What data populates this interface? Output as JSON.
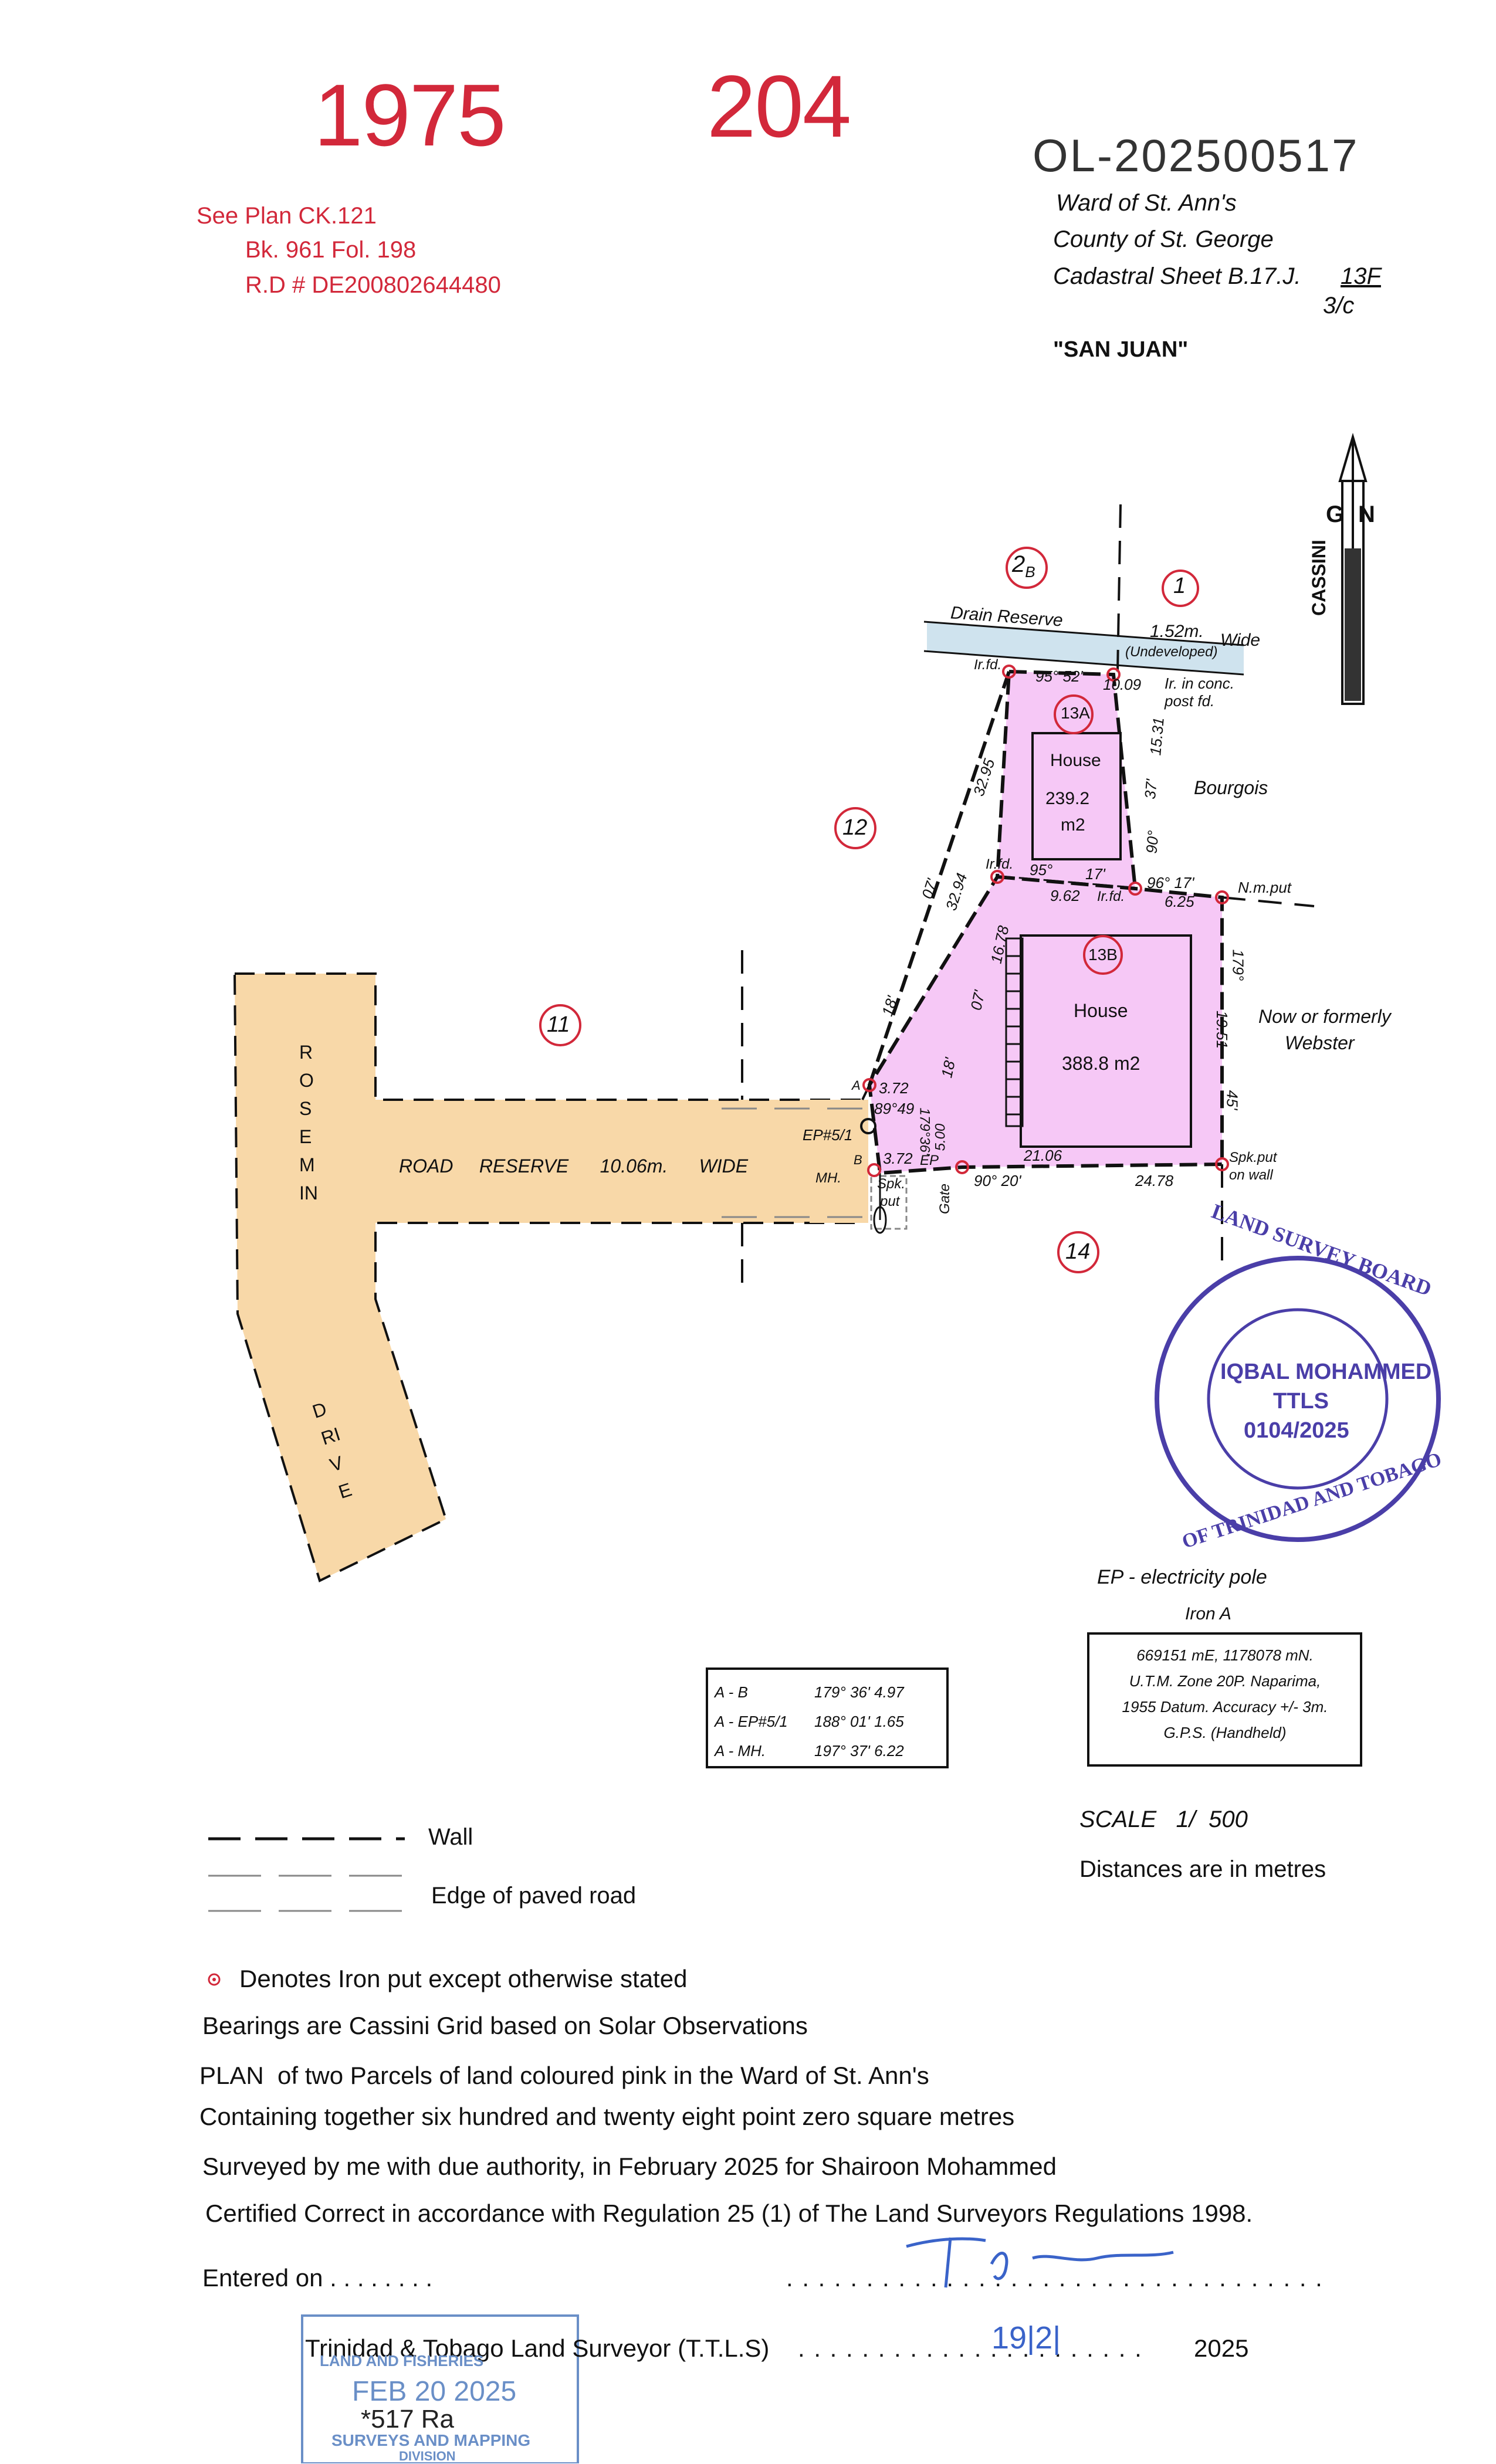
{
  "stamps": {
    "number_left": "1975",
    "number_right": "204",
    "ol_number": "OL-202500517"
  },
  "refs": {
    "line1": "See Plan CK.121",
    "line2": "Bk. 961 Fol. 198",
    "line3": "R.D # DE200802644480"
  },
  "location": {
    "ward": "Ward of St. Ann's",
    "county": "County of St. George",
    "cadastral": "Cadastral Sheet B.17.J.",
    "cadastral_num": "13F",
    "cadastral_den": "3/c",
    "area_name": "\"SAN JUAN\""
  },
  "north": {
    "label": "N",
    "grid_label": "G",
    "cassini": "CASSINI"
  },
  "plan": {
    "lot_2b": "2",
    "lot_2b_sub": "B",
    "lot_1": "1",
    "lot_12": "12",
    "lot_11": "11",
    "lot_14": "14",
    "drain_reserve": "Drain Reserve",
    "drain_width": "1.52m.",
    "drain_wide": "Wide",
    "undeveloped": "(Undeveloped)",
    "irfd_top": "Ir.fd.",
    "iron_conc_1": "Ir. in conc.",
    "iron_conc_2": "post fd.",
    "bearing_top": "95°  52'",
    "dist_top": "10.09",
    "parcel_a": "13A",
    "house_a": "House",
    "area_a": "239.2",
    "area_a_unit": "m2",
    "dist_3295": "32.95",
    "dist_1531": "15.31",
    "bearing_37": "37'",
    "bearing_90": "90°",
    "bourgois": "Bourgois",
    "irfd_mid": "Ir.fd.",
    "bearing_mid_left": "95°",
    "bearing_mid_17": "17'",
    "irfd_mid2": "Ir.fd.",
    "bearing_mid_right": "96°  17'",
    "nmput": "N.m.put",
    "dist_962": "9.62",
    "dist_625": "6.25",
    "dist_3294": "32.94",
    "bearing_07a": "07'",
    "dist_1678": "16.78",
    "bearing_07b": "07'",
    "parcel_b": "13B",
    "house_b": "House",
    "area_b": "388.8 m2",
    "bearing_179": "179°",
    "dist_1951": "19.51",
    "bearing_45": "45'",
    "webster_1": "Now or formerly",
    "webster_2": "Webster",
    "bearing_18a": "18'",
    "bearing_18b": "18'",
    "pt_a": "A",
    "dist_372a": "3.72",
    "angle_8949": "89°49",
    "ep_label": "EP#5/1",
    "pt_b": "B",
    "dist_372b": "3.72",
    "mh": "MH.",
    "spk_put_1": "Spk.",
    "spk_put_2": "put",
    "bearing_179b": "179°36'",
    "dist_500": "5.00",
    "gate": "Gate",
    "ep_small": "EP",
    "dist_2106": "21.06",
    "bearing_bottom": "90°    20'",
    "dist_2478": "24.78",
    "spk_wall_1": "Spk.put",
    "spk_wall_2": "on wall",
    "road_reserve": "ROAD     RESERVE      10.06m.      WIDE",
    "rosemin": "ROSEMIN",
    "drive": "DRIVE"
  },
  "seal": {
    "top_text": "LAND SURVEY BOARD",
    "bottom_text": "OF TRINIDAD AND TOBAGO",
    "name": "IQBAL MOHAMMED",
    "title": "TTLS",
    "number": "0104/2025"
  },
  "legend_ep": "EP  -  electricity pole",
  "iron_box": {
    "title": "Iron A",
    "lines": [
      "669151 mE, 1178078 mN.",
      "U.T.M. Zone 20P. Naparima,",
      "1955 Datum. Accuracy +/- 3m.",
      "G.P.S. (Handheld)"
    ]
  },
  "bearing_table": {
    "rows": [
      [
        "A  -  B",
        "179°  36'  4.97"
      ],
      [
        "A  -  EP#5/1",
        "188°  01'  1.65"
      ],
      [
        "A  -  MH.",
        "197°  37'  6.22"
      ]
    ]
  },
  "scale": "SCALE   1/  500",
  "distances_note": "Distances are in metres",
  "legend": {
    "wall": "Wall",
    "paved": "Edge of paved road",
    "iron": "Denotes Iron put except otherwise stated"
  },
  "paragraphs": {
    "bearings": "Bearings are Cassini Grid based on Solar Observations",
    "plan": "PLAN  of two Parcels of land coloured pink in the Ward of St. Ann's",
    "containing": "Containing together six hundred and twenty eight point zero square metres",
    "surveyed": "Surveyed by me with due authority, in February 2025 for Shairoon Mohammed",
    "certified": "Certified Correct in accordance with Regulation 25 (1) of The Land Surveyors Regulations 1998."
  },
  "entered_on": "Entered on . . . . . . . .",
  "entered_dots": ". . . . . . . . . . . . . . . . . . . . . . . . . . . . . . . . . .",
  "surveyor_line": "Trinidad & Tobago Land Surveyor (T.T.L.S)",
  "surveyor_dots": ". . . . . . . . . . . . . . . . . . . . . .",
  "surveyor_year": "2025",
  "date_handwritten": "19|2|",
  "ministry_stamp": {
    "line1": "LAND AND FISHERIES",
    "date": "FEB 20 2025",
    "number": "*517 Ra",
    "line3": "SURVEYS AND MAPPING",
    "line4": "DIVISION"
  },
  "colors": {
    "red_ink": "#d2283a",
    "road": "#f8d8a8",
    "parcel": "#f6c8f6",
    "drain": "#cfe3ee",
    "seal": "#4a3ea8",
    "stamp_blue": "#6a8fc7"
  }
}
